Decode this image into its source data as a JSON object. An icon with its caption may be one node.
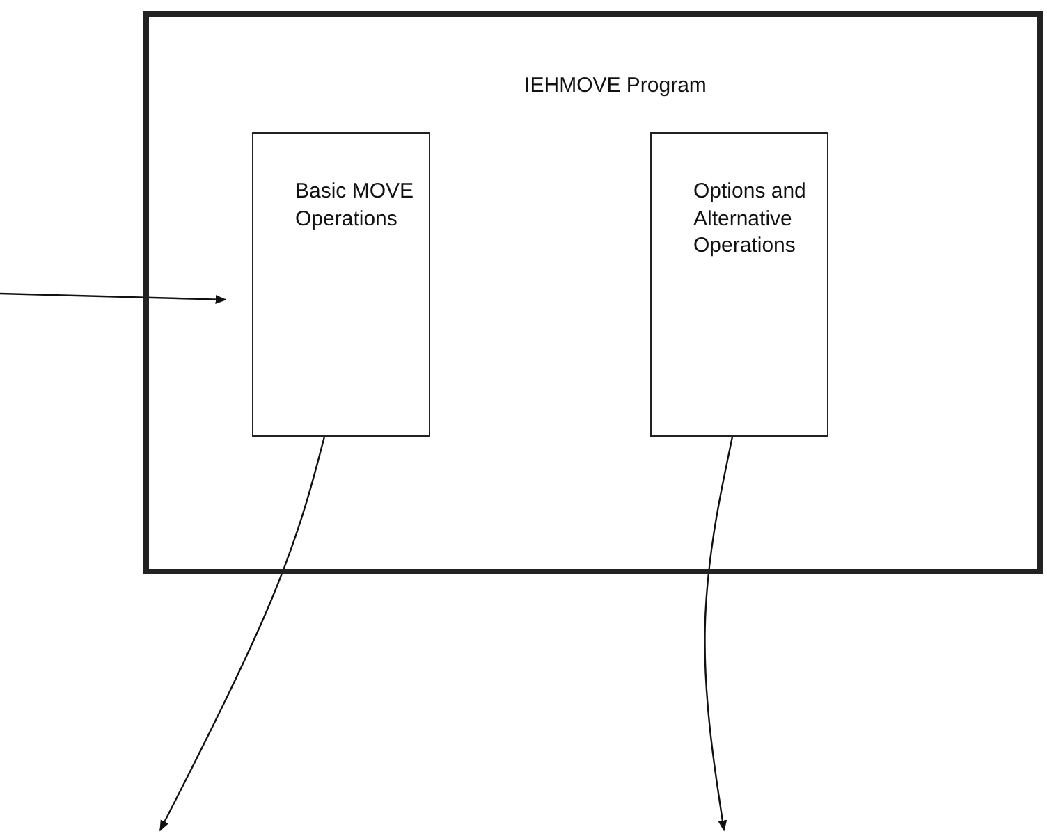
{
  "diagram": {
    "nodes": [
      {
        "text": [
          "IEHMOVE Program"
        ]
      },
      {
        "text": [
          "Basic MOVE Operations"
        ],
        "in": 0
      },
      {
        "text": [
          "Options and Alternative Operations"
        ],
        "in": 0
      }
    ],
    "edges": [
      {
        "from": null,
        "to": 1,
        "arrow": "to"
      },
      {
        "from": 1,
        "to": null,
        "arrow": "to"
      },
      {
        "from": 2,
        "to": null,
        "arrow": "to"
      }
    ]
  }
}
